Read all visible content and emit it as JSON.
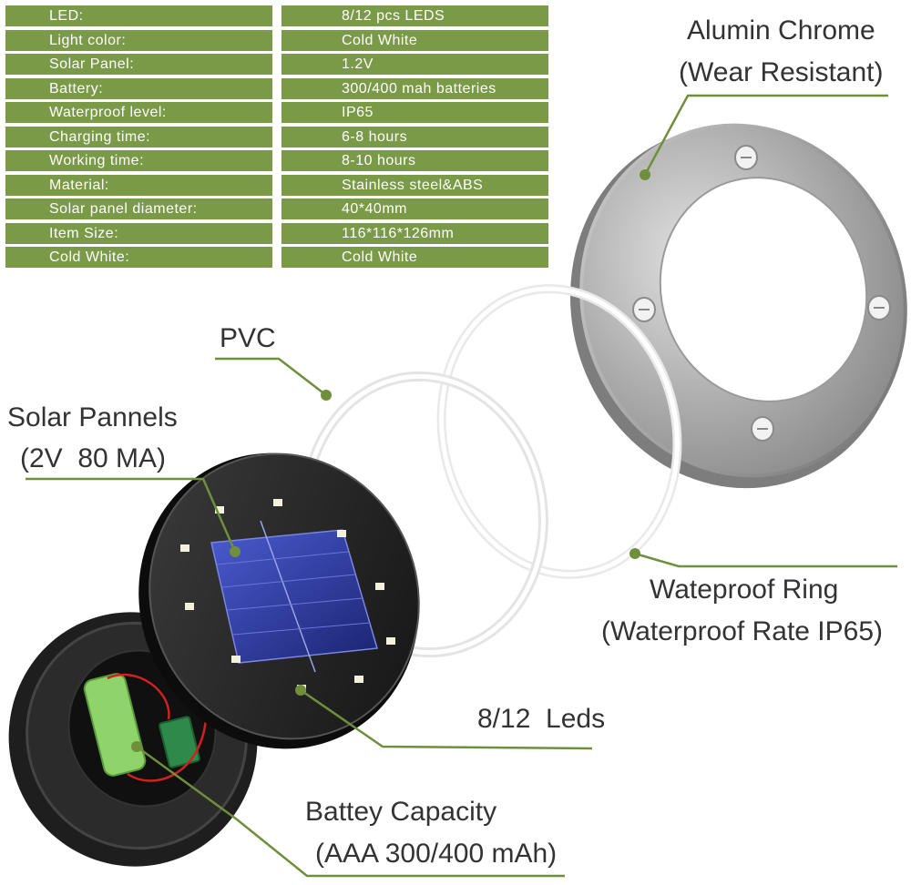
{
  "specs": [
    {
      "key": "LED:",
      "value": "8/12 pcs LEDS"
    },
    {
      "key": "Light color:",
      "value": "Cold White"
    },
    {
      "key": "Solar Panel:",
      "value": "1.2V"
    },
    {
      "key": "Battery:",
      "value": "300/400 mah batteries"
    },
    {
      "key": "Waterproof level:",
      "value": "IP65"
    },
    {
      "key": "Charging time:",
      "value": "6-8 hours"
    },
    {
      "key": "Working time:",
      "value": "8-10 hours"
    },
    {
      "key": "Material:",
      "value": "Stainless steel&ABS"
    },
    {
      "key": "Solar panel diameter:",
      "value": "40*40mm"
    },
    {
      "key": "Item Size:",
      "value": "116*116*126mm"
    },
    {
      "key": "Cold White:",
      "value": "Cold White"
    }
  ],
  "callouts": {
    "alumin_line1": "Alumin Chrome",
    "alumin_line2": "(Wear Resistant)",
    "pvc": "PVC",
    "solar_line1": "Solar Pannels",
    "solar_line2": "(2V  80 MA)",
    "ring_line1": "Wateproof Ring",
    "ring_line2": "(Waterproof Rate IP65)",
    "leds": "8/12  Leds",
    "battery_line1": "Battey Capacity",
    "battery_line2": "(AAA 300/400 mAh)"
  },
  "colors": {
    "table_green": "#7a9a48",
    "callout_green": "#6f8f3c",
    "chrome": "#a9a9a9",
    "panel_blue": "#2a3a9a"
  }
}
